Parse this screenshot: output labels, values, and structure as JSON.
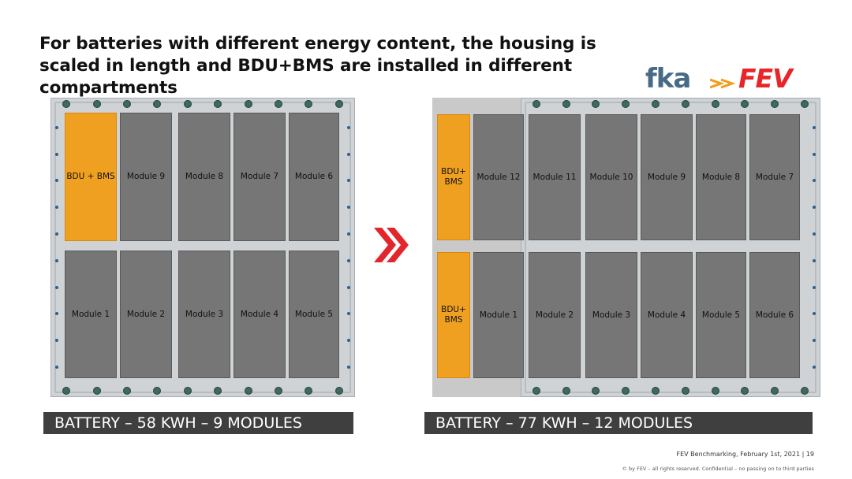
{
  "title": "For batteries with different energy content, the housing is scaled in length and BDU+BMS are installed in different compartments",
  "logos": {
    "fka": "fka",
    "fev": "FEV"
  },
  "left_pack": {
    "label": "BATTERY – 58 KWH – 9 MODULES",
    "top_row": [
      "BDU + BMS",
      "Module 9",
      "Module 8",
      "Module 7",
      "Module 6"
    ],
    "bottom_row": [
      "Module 1",
      "Module 2",
      "Module 3",
      "Module 4",
      "Module 5"
    ]
  },
  "right_pack": {
    "label": "BATTERY – 77 KWH – 12 MODULES",
    "bdu_top": "BDU+\nBMS",
    "bdu_bottom": "BDU+\nBMS",
    "top_row": [
      "Module 12",
      "Module 11",
      "Module 10",
      "Module 9",
      "Module 8",
      "Module 7"
    ],
    "bottom_row": [
      "Module 1",
      "Module 2",
      "Module 3",
      "Module 4",
      "Module 5",
      "Module 6"
    ]
  },
  "footer": {
    "line1": "FEV Benchmarking, February 1st, 2021  | 19",
    "line2": "© by FEV – all rights reserved. Confidential – no passing on to third parties"
  },
  "colors": {
    "accent_orange": "#f0a020",
    "module_gray": "#767676",
    "label_bar": "#3f3f3f",
    "fev_red": "#e8262a",
    "fka_blue": "#486a86"
  },
  "icons": {
    "transition": "double-chevron-right-icon"
  }
}
